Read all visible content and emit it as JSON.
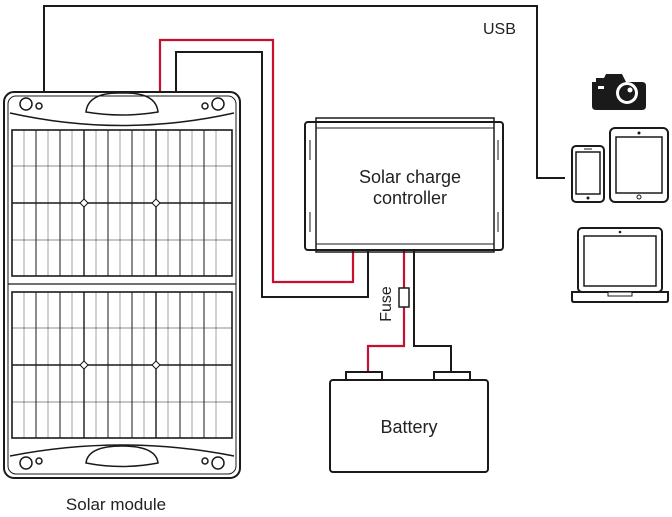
{
  "labels": {
    "usb": "USB",
    "controller_line1": "Solar charge",
    "controller_line2": "controller",
    "fuse": "Fuse",
    "battery": "Battery",
    "solar_module": "Solar module"
  },
  "colors": {
    "line": "#1a1a1a",
    "positive_wire": "#c8102e",
    "background": "#ffffff"
  },
  "icons": [
    "camera-icon",
    "smartphone-icon",
    "tablet-icon",
    "laptop-icon"
  ]
}
